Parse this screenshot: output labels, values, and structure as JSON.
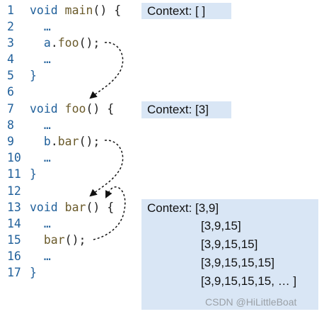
{
  "line_numbers": [
    "1",
    "2",
    "3",
    "4",
    "5",
    "6",
    "7",
    "8",
    "9",
    "10",
    "11",
    "12",
    "13",
    "14",
    "15",
    "16",
    "17"
  ],
  "code": {
    "l1_kw": "void ",
    "l1_fn": "main",
    "l1_rest": "() {",
    "l2": "  …",
    "l3_obj": "  a",
    "l3_dot": ".",
    "l3_fn": "foo",
    "l3_rest": "();",
    "l4": "  …",
    "l5": "}",
    "l7_kw": "void ",
    "l7_fn": "foo",
    "l7_rest": "() {",
    "l8": "  …",
    "l9_obj": "  b",
    "l9_dot": ".",
    "l9_fn": "bar",
    "l9_rest": "();",
    "l10": "  …",
    "l11": "}",
    "l13_kw": "void ",
    "l13_fn": "bar",
    "l13_rest": "() {",
    "l14": "  …",
    "l15_fn": "  bar",
    "l15_rest": "();",
    "l16": "  …",
    "l17": "}"
  },
  "contexts": {
    "main": "Context: [ ]",
    "foo": "Context: [3]",
    "bar_label": "Context: [3,9]",
    "bar_lines": [
      "[3,9,15]",
      "[3,9,15,15]",
      "[3,9,15,15,15]",
      "[3,9,15,15,15, … ]"
    ]
  },
  "watermark": "CSDN @HiLittleBoat",
  "colors": {
    "context_bg": "#d9e6f5",
    "code_blue": "#1f5f9a",
    "fn_brown": "#6a5a2a"
  }
}
